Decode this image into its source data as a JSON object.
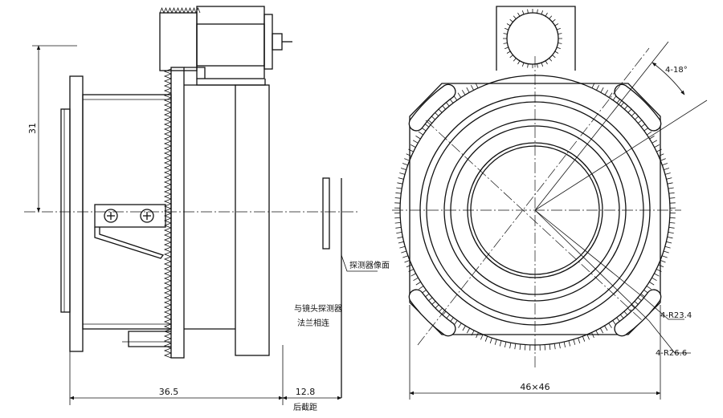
{
  "annotations": {
    "dim_height_left": "31",
    "dim_body_length": "36.5",
    "dim_back_focus": "12.8",
    "back_focus_caption": "后截距",
    "detector_surface": "探测器像面",
    "mount_note_line1": "与镜头探测器",
    "mount_note_line2": "法兰相连",
    "slot_angle": "4-18°",
    "slot_radius_inner": "4-R23.4",
    "slot_radius_outer": "4-R26.6",
    "square_size": "46×46"
  }
}
